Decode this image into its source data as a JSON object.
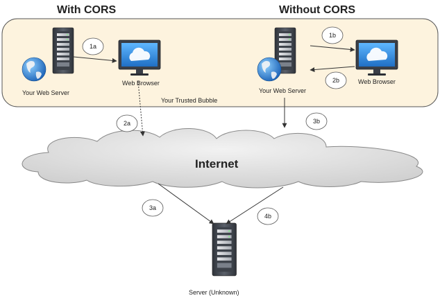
{
  "headings": {
    "with_cors": "With CORS",
    "without_cors": "Without CORS"
  },
  "bubble_label": "Your Trusted Bubble",
  "nodes": {
    "left_server": "Your Web Server",
    "left_browser": "Web Browser",
    "right_server": "Your Web Server",
    "right_browser": "Web Browser",
    "internet": "Internet",
    "unknown_server": "Server (Unknown)"
  },
  "steps": {
    "s1a": "1a",
    "s1b": "1b",
    "s2a": "2a",
    "s2b": "2b",
    "s3a": "3a",
    "s3b": "3b",
    "s4b": "4b"
  },
  "colors": {
    "bubble_fill": "#fdf3de",
    "bubble_stroke": "#555555",
    "cloud_fill": "#e4e4e4",
    "server_body": "#4a4f58",
    "globe": "#2f7fd6",
    "monitor": "#3a3f47",
    "screen": "#2a86d8"
  }
}
